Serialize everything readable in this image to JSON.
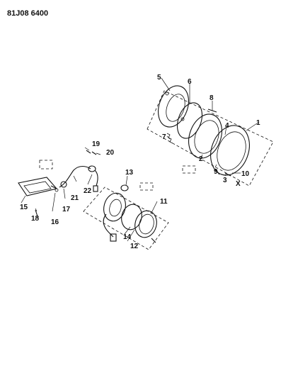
{
  "diagram_code": "81J08 6400",
  "callouts": [
    "1",
    "2",
    "3",
    "4",
    "5",
    "6",
    "7",
    "8",
    "9",
    "10",
    "11",
    "12",
    "13",
    "14",
    "15",
    "16",
    "17",
    "18",
    "19",
    "20",
    "21",
    "22"
  ],
  "x_mark": "X"
}
